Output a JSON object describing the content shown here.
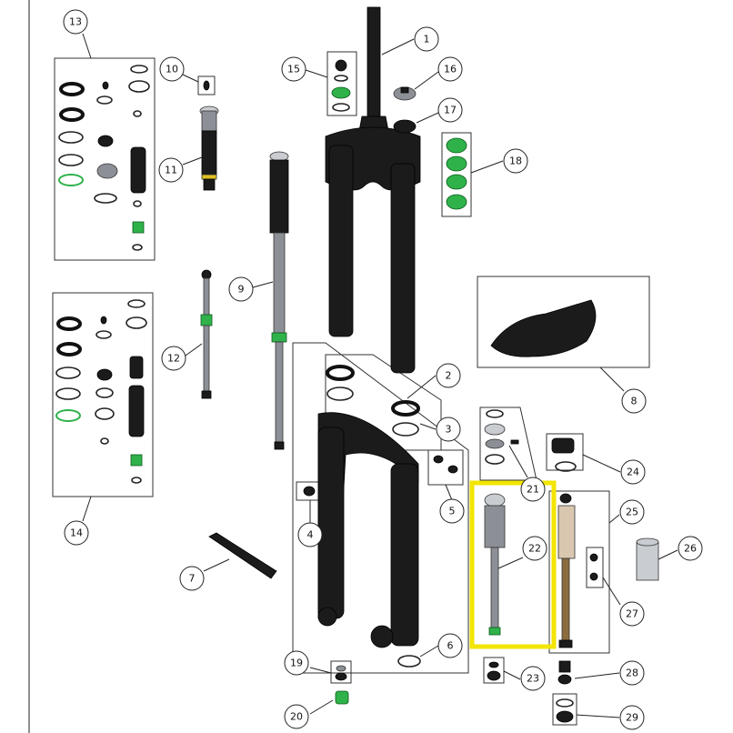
{
  "diagram": {
    "callouts": [
      {
        "id": "c1",
        "label": "1"
      },
      {
        "id": "c2",
        "label": "2"
      },
      {
        "id": "c3",
        "label": "3"
      },
      {
        "id": "c4",
        "label": "4"
      },
      {
        "id": "c5",
        "label": "5"
      },
      {
        "id": "c6",
        "label": "6"
      },
      {
        "id": "c7",
        "label": "7"
      },
      {
        "id": "c8",
        "label": "8"
      },
      {
        "id": "c9",
        "label": "9"
      },
      {
        "id": "c10",
        "label": "10"
      },
      {
        "id": "c11",
        "label": "11"
      },
      {
        "id": "c12",
        "label": "12"
      },
      {
        "id": "c13",
        "label": "13"
      },
      {
        "id": "c14",
        "label": "14"
      },
      {
        "id": "c15",
        "label": "15"
      },
      {
        "id": "c16",
        "label": "16"
      },
      {
        "id": "c17",
        "label": "17"
      },
      {
        "id": "c18",
        "label": "18"
      },
      {
        "id": "c19",
        "label": "19"
      },
      {
        "id": "c20",
        "label": "20"
      },
      {
        "id": "c21",
        "label": "21"
      },
      {
        "id": "c22",
        "label": "22"
      },
      {
        "id": "c23",
        "label": "23"
      },
      {
        "id": "c24",
        "label": "24"
      },
      {
        "id": "c25",
        "label": "25"
      },
      {
        "id": "c26",
        "label": "26"
      },
      {
        "id": "c27",
        "label": "27"
      },
      {
        "id": "c28",
        "label": "28"
      },
      {
        "id": "c29",
        "label": "29"
      }
    ],
    "highlighted_part": "22",
    "colors": {
      "highlight": "#f2e500",
      "part_dark": "#1b1b1b",
      "part_green": "#2fb24a",
      "part_grey": "#8c9096"
    }
  }
}
